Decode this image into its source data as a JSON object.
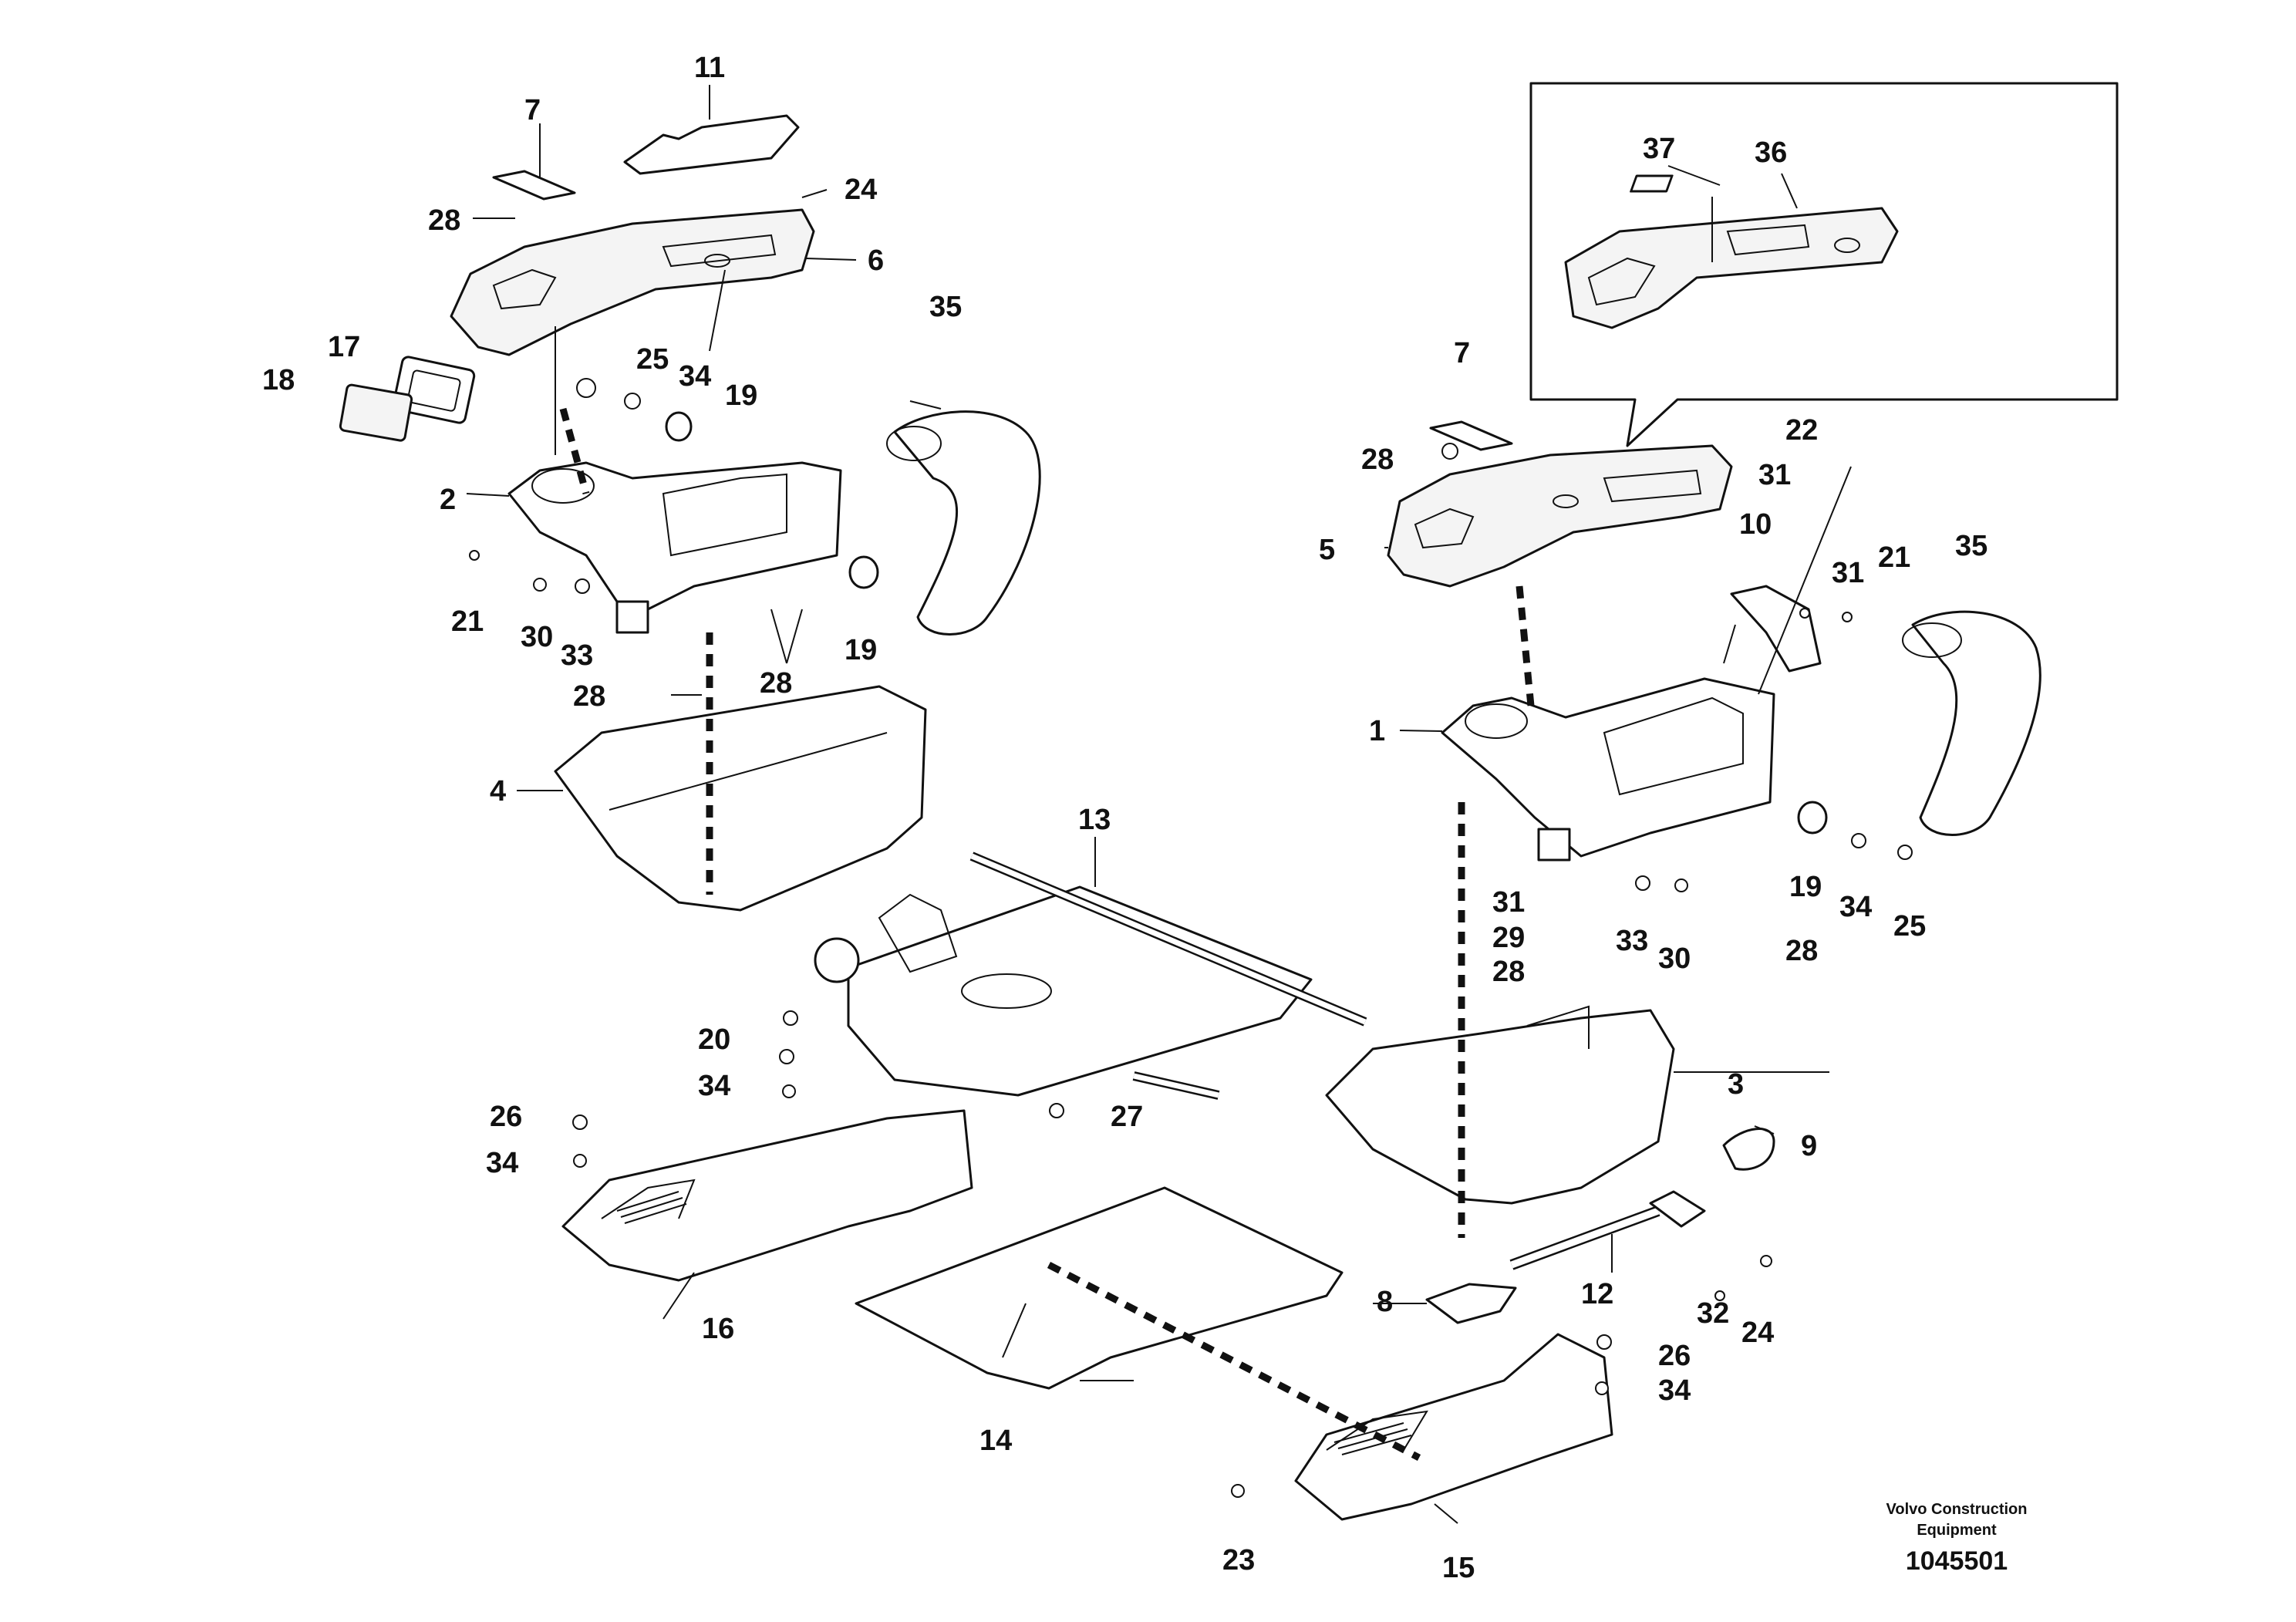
{
  "callouts": {
    "c1": "1",
    "c2": "2",
    "c3": "3",
    "c4": "4",
    "c5": "5",
    "c6": "6",
    "c7a": "7",
    "c7b": "7",
    "c8": "8",
    "c9": "9",
    "c10": "10",
    "c11": "11",
    "c12": "12",
    "c13": "13",
    "c14": "14",
    "c15": "15",
    "c16": "16",
    "c17": "17",
    "c18": "18",
    "c19a": "19",
    "c19b": "19",
    "c19c": "19",
    "c20": "20",
    "c21a": "21",
    "c21b": "21",
    "c22": "22",
    "c23": "23",
    "c24a": "24",
    "c24b": "24",
    "c25a": "25",
    "c25b": "25",
    "c26a": "26",
    "c26b": "26",
    "c27": "27",
    "c28a": "28",
    "c28b": "28",
    "c28c": "28",
    "c28d": "28",
    "c28e": "28",
    "c28f": "28",
    "c29": "29",
    "c30a": "30",
    "c30b": "30",
    "c31a": "31",
    "c31b": "31",
    "c31c": "31",
    "c32": "32",
    "c33a": "33",
    "c33b": "33",
    "c34a": "34",
    "c34b": "34",
    "c34c": "34",
    "c34d": "34",
    "c34e": "34",
    "c35a": "35",
    "c35b": "35",
    "c36": "36",
    "c37": "37"
  },
  "footer": {
    "brand_line1": "Volvo Construction",
    "brand_line2": "Equipment",
    "drawing_number": "1045501"
  }
}
